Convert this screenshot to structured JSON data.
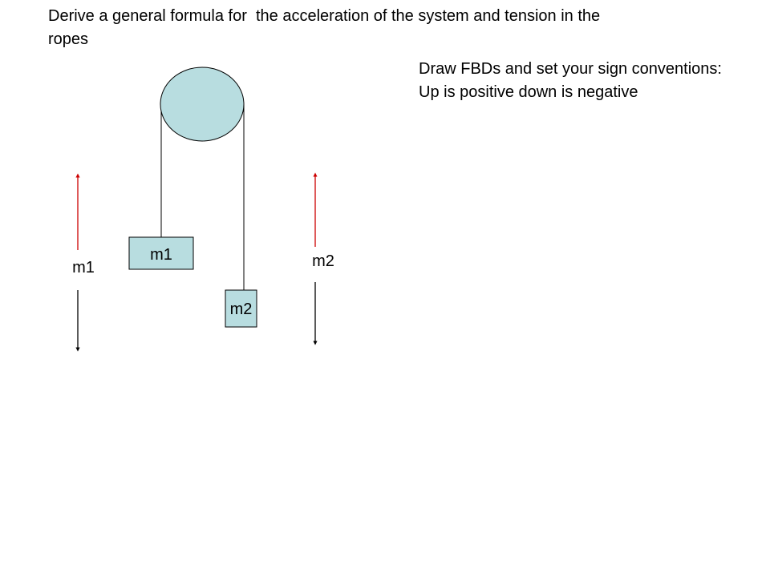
{
  "title": "Derive a general formula for  the acceleration of the system and tension in the ropes",
  "instructions": "Draw FBDs and set your sign conventions: Up is positive down is negative",
  "diagram": {
    "block_1_label": "m1",
    "block_2_label": "m2",
    "fbd_1_label": "m1",
    "fbd_2_label": "m2",
    "colors": {
      "pulley_fill": "#b8dde0",
      "block_fill": "#b8dde0",
      "up_arrow": "#cc0000",
      "down_arrow": "#000000"
    }
  }
}
